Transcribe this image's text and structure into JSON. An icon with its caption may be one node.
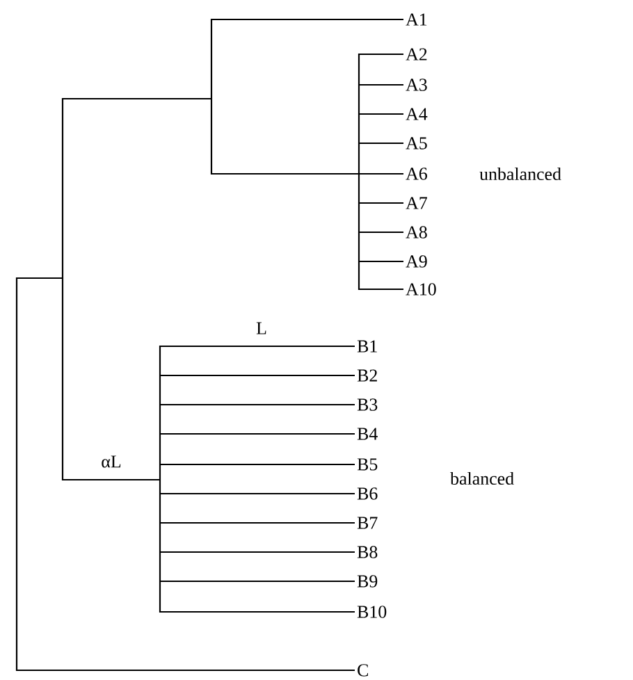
{
  "diagram": {
    "nodes": [
      {
        "text": [
          "A1"
        ]
      },
      {
        "text": [
          "A2"
        ]
      },
      {
        "text": [
          "A3"
        ]
      },
      {
        "text": [
          "A4"
        ]
      },
      {
        "text": [
          "A5"
        ]
      },
      {
        "text": [
          "A6"
        ]
      },
      {
        "text": [
          "A7"
        ]
      },
      {
        "text": [
          "A8"
        ]
      },
      {
        "text": [
          "A9"
        ]
      },
      {
        "text": [
          "A10"
        ]
      },
      {
        "text": [
          "B1"
        ]
      },
      {
        "text": [
          "B2"
        ]
      },
      {
        "text": [
          "B3"
        ]
      },
      {
        "text": [
          "B4"
        ]
      },
      {
        "text": [
          "B5"
        ]
      },
      {
        "text": [
          "B6"
        ]
      },
      {
        "text": [
          "B7"
        ]
      },
      {
        "text": [
          "B8"
        ]
      },
      {
        "text": [
          "B9"
        ]
      },
      {
        "text": [
          "B10"
        ]
      },
      {
        "text": [
          "C"
        ]
      }
    ],
    "edges": [
      {
        "from": null,
        "to": 0,
        "arrow": "none"
      },
      {
        "from": null,
        "to": 1,
        "arrow": "none"
      },
      {
        "from": null,
        "to": 2,
        "arrow": "none"
      },
      {
        "from": null,
        "to": 3,
        "arrow": "none"
      },
      {
        "from": null,
        "to": 4,
        "arrow": "none"
      },
      {
        "from": null,
        "to": 5,
        "arrow": "none"
      },
      {
        "from": null,
        "to": 6,
        "arrow": "none"
      },
      {
        "from": null,
        "to": 7,
        "arrow": "none"
      },
      {
        "from": null,
        "to": 8,
        "arrow": "none"
      },
      {
        "from": null,
        "to": 9,
        "arrow": "none"
      },
      {
        "from": null,
        "to": 10,
        "arrow": "none"
      },
      {
        "from": null,
        "to": 11,
        "arrow": "none"
      },
      {
        "from": null,
        "to": 12,
        "arrow": "none"
      },
      {
        "from": null,
        "to": 13,
        "arrow": "none"
      },
      {
        "from": null,
        "to": 14,
        "arrow": "none"
      },
      {
        "from": null,
        "to": 15,
        "arrow": "none"
      },
      {
        "from": null,
        "to": 16,
        "arrow": "none"
      },
      {
        "from": null,
        "to": 17,
        "arrow": "none"
      },
      {
        "from": null,
        "to": 18,
        "arrow": "none"
      },
      {
        "from": null,
        "to": 19,
        "arrow": "none"
      },
      {
        "from": null,
        "to": 20,
        "arrow": "none"
      }
    ],
    "labels": [
      "unbalanced",
      "L",
      "αL",
      "balanced"
    ]
  }
}
